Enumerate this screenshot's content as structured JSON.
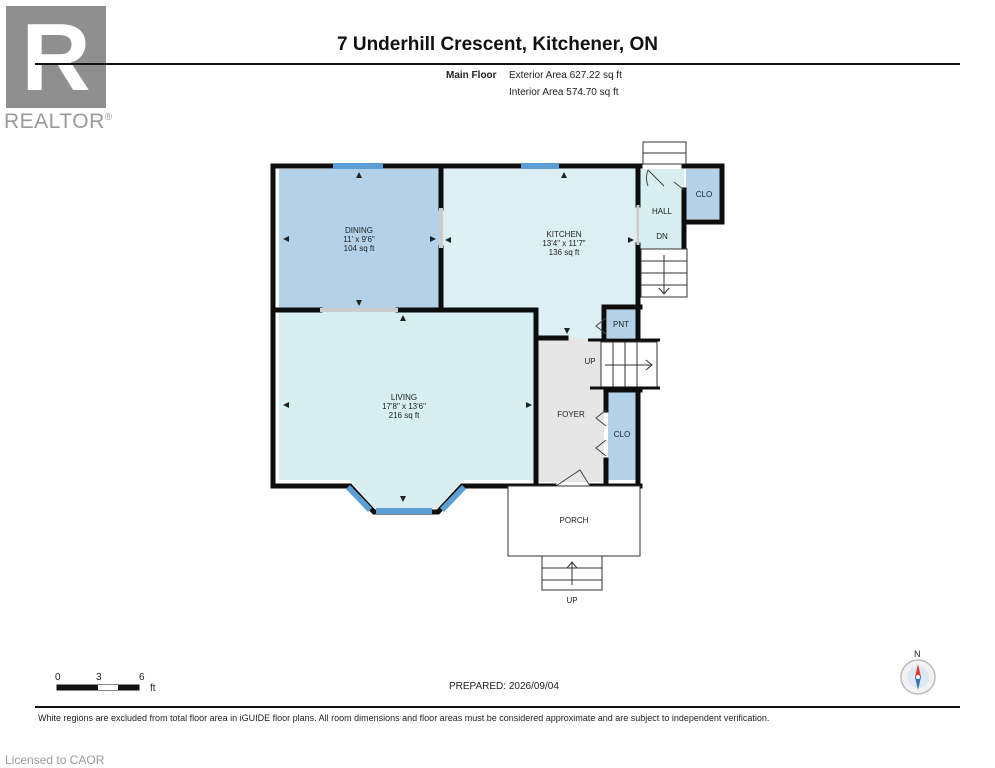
{
  "logo": {
    "letter": "R",
    "text": "REALTOR",
    "mark": "®"
  },
  "header": {
    "title": "7 Underhill Crescent, Kitchener, ON",
    "floor_name": "Main Floor",
    "exterior_area": "Exterior Area 627.22 sq ft",
    "interior_area": "Interior Area 574.70 sq ft"
  },
  "rooms": {
    "dining": {
      "name": "DINING",
      "dims": "11' x 9'6\"",
      "area": "104 sq ft"
    },
    "kitchen": {
      "name": "KITCHEN",
      "dims": "13'4\" x 11'7\"",
      "area": "136 sq ft"
    },
    "living": {
      "name": "LIVING",
      "dims": "17'8\" x 13'6\"",
      "area": "216 sq ft"
    },
    "hall": {
      "name": "HALL"
    },
    "hall_clo": {
      "name": "CLO"
    },
    "dn": {
      "name": "DN"
    },
    "pnt": {
      "name": "PNT"
    },
    "up_inner": {
      "name": "UP"
    },
    "foyer": {
      "name": "FOYER"
    },
    "foyer_clo": {
      "name": "CLO"
    },
    "porch": {
      "name": "PORCH"
    },
    "up_outer": {
      "name": "UP"
    }
  },
  "colors": {
    "dining": "#b3d1e8",
    "kitchen": "#dcf0f4",
    "living": "#d7eff0",
    "closet": "#b3d1e8",
    "hall": "#d7eff0",
    "foyer": "#e6e6e6",
    "window": "#5b9fd6",
    "wall": "#0d0d0d"
  },
  "footer": {
    "prepared": "PREPARED: 2026/09/04",
    "scale_0": "0",
    "scale_3": "3",
    "scale_6": "6",
    "scale_ft": "ft",
    "compass_n": "N",
    "disclaimer": "White regions are excluded from total floor area in iGUIDE floor plans. All room dimensions and floor areas must be considered approximate and are subject to independent verification.",
    "licensed": "Licensed to CAOR"
  }
}
